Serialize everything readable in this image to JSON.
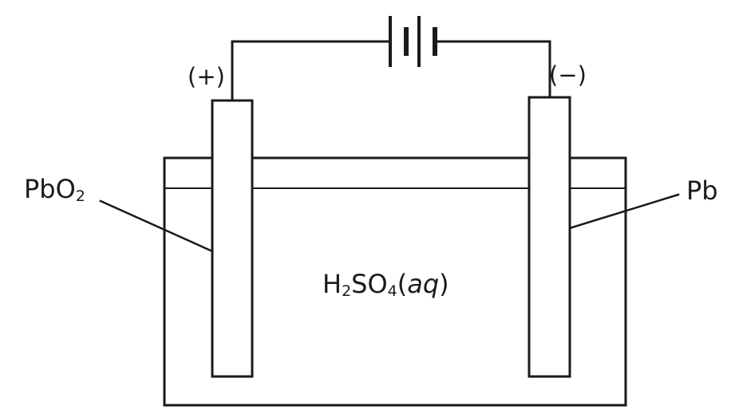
{
  "terminals": {
    "positive": "(+)",
    "negative": "(−)"
  },
  "electrodes": {
    "left": {
      "base": "PbO",
      "subscript": "2"
    },
    "right": {
      "label": "Pb"
    }
  },
  "electrolyte": {
    "part1": "H",
    "sub1": "2",
    "part2": "SO",
    "sub2": "4",
    "open": "(",
    "state": "aq",
    "close": ")"
  },
  "colors": {
    "ink": "#1a1a1a",
    "background": "#ffffff"
  }
}
